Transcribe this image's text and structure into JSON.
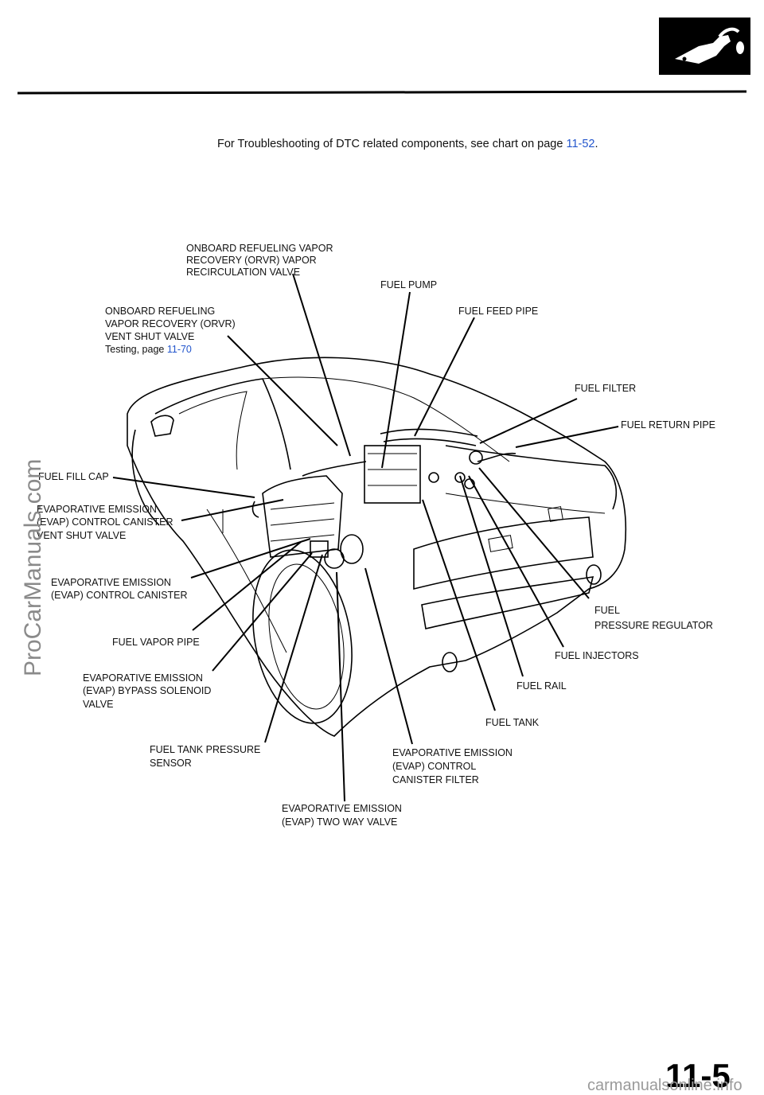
{
  "header": {
    "icon": "fuel-nozzle-icon",
    "note_prefix": "For Troubleshooting of DTC related components, see chart on page ",
    "note_link": "11-52",
    "note_suffix": "."
  },
  "labels": {
    "orvr_recirc": [
      "ONBOARD REFUELING VAPOR",
      "RECOVERY (ORVR) VAPOR",
      "RECIRCULATION VALVE"
    ],
    "orvr_vent": [
      "ONBOARD REFUELING",
      "VAPOR RECOVERY (ORVR)",
      "VENT SHUT VALVE"
    ],
    "orvr_testing_prefix": "Testing, page ",
    "orvr_testing_link": "11-70",
    "fuel_pump": "FUEL PUMP",
    "fuel_feed_pipe": "FUEL FEED PIPE",
    "fuel_filter": "FUEL FILTER",
    "fuel_return_pipe": "FUEL RETURN PIPE",
    "fuel_fill_cap": "FUEL FILL CAP",
    "evap_vent": [
      "EVAPORATIVE EMISSION",
      "(EVAP) CONTROL CANISTER",
      "VENT SHUT VALVE"
    ],
    "evap_canister": [
      "EVAPORATIVE EMISSION",
      "(EVAP) CONTROL CANISTER"
    ],
    "fuel_pressure_regulator": [
      "FUEL",
      "PRESSURE REGULATOR"
    ],
    "fuel_vapor_pipe": "FUEL VAPOR PIPE",
    "fuel_injectors": "FUEL INJECTORS",
    "evap_bypass": [
      "EVAPORATIVE EMISSION",
      "(EVAP) BYPASS SOLENOID",
      "VALVE"
    ],
    "fuel_rail": "FUEL RAIL",
    "fuel_tank": "FUEL TANK",
    "fuel_tank_pressure_sensor": [
      "FUEL TANK PRESSURE",
      "SENSOR"
    ],
    "evap_filter": [
      "EVAPORATIVE EMISSION",
      "(EVAP) CONTROL",
      "CANISTER FILTER"
    ],
    "evap_two_way": [
      "EVAPORATIVE EMISSION",
      "(EVAP) TWO WAY VALVE"
    ]
  },
  "page_number": "11-5",
  "watermark_left": "ProCarManuals.com",
  "watermark_bottom": "carmanualsonline.info"
}
